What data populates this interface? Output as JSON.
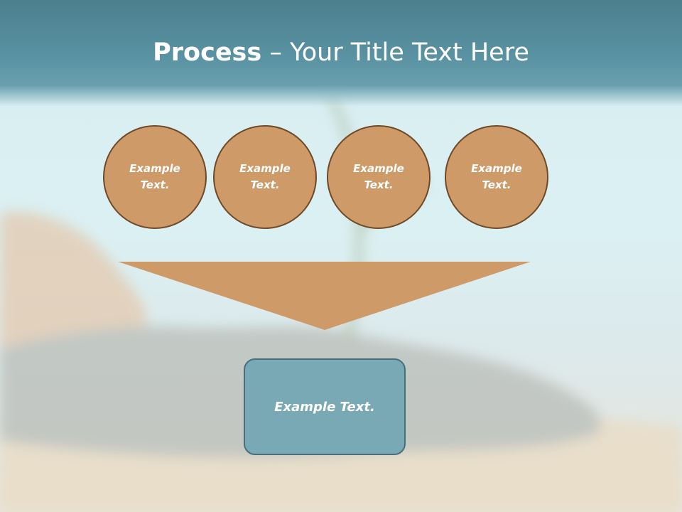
{
  "slide": {
    "title_bold": "Process",
    "title_rest": " – Your Title Text Here",
    "circles": [
      {
        "label": "Example\nText."
      },
      {
        "label": "Example\nText."
      },
      {
        "label": "Example\nText."
      },
      {
        "label": "Example\nText."
      }
    ],
    "result_label": "Example Text."
  },
  "colors": {
    "header": "#5a93a3",
    "circle_fill": "#cd9a68",
    "circle_border": "#6e4a28",
    "funnel_fill": "#cd9a68",
    "box_fill": "#7aa9b6",
    "box_border": "#486f7c"
  }
}
